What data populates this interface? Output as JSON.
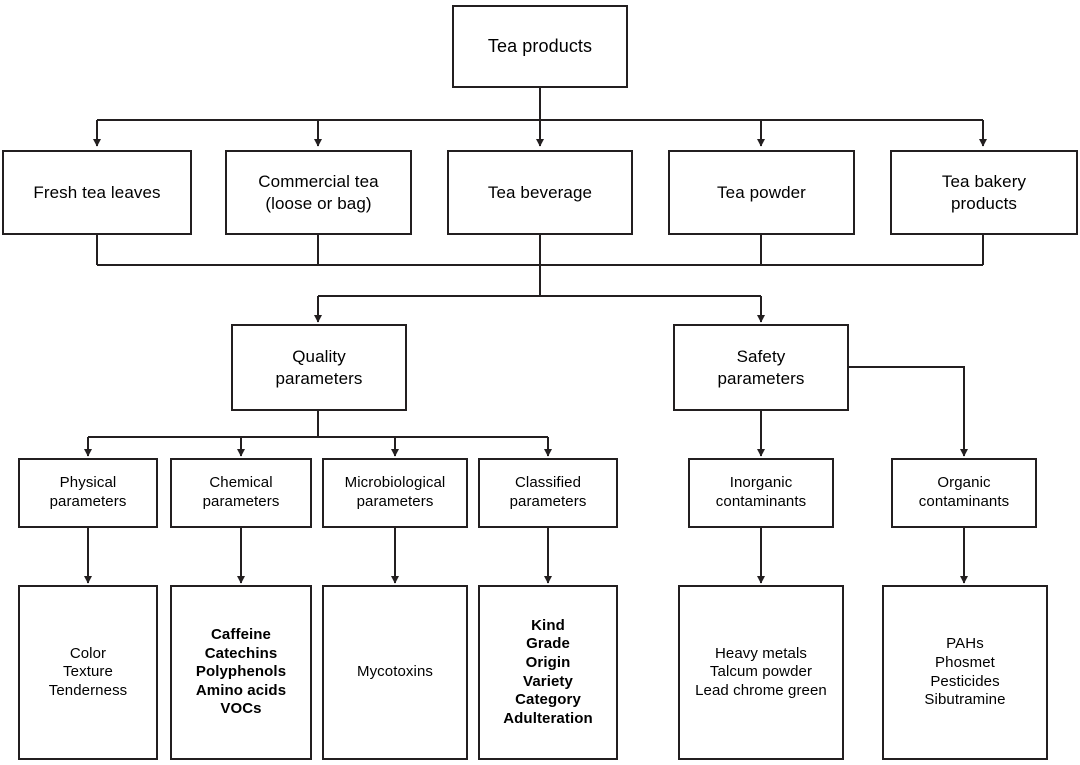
{
  "diagram": {
    "type": "flowchart",
    "orientation": "top-down",
    "title_node": "Tea products",
    "colors": {
      "background": "#ffffff",
      "stroke": "#231f20",
      "text": "#000000",
      "box_fill": "#ffffff"
    },
    "levels": [
      "product types",
      "parameter groups",
      "parameter categories",
      "parameter details"
    ]
  },
  "nodes": {
    "root": {
      "label": "Tea products"
    },
    "products": [
      {
        "id": "fresh-tea-leaves",
        "label": "Fresh tea leaves"
      },
      {
        "id": "commercial-tea",
        "label": "Commercial tea\n(loose or bag)"
      },
      {
        "id": "tea-beverage",
        "label": "Tea beverage"
      },
      {
        "id": "tea-powder",
        "label": "Tea powder"
      },
      {
        "id": "tea-bakery-products",
        "label": "Tea bakery\nproducts"
      }
    ],
    "parameter_groups": [
      {
        "id": "quality-parameters",
        "label": "Quality\nparameters"
      },
      {
        "id": "safety-parameters",
        "label": "Safety\nparameters"
      }
    ],
    "quality_categories": [
      {
        "id": "physical-parameters",
        "label": "Physical\nparameters"
      },
      {
        "id": "chemical-parameters",
        "label": "Chemical\nparameters"
      },
      {
        "id": "microbiological-parameters",
        "label": "Microbiological\nparameters"
      },
      {
        "id": "classified-parameters",
        "label": "Classified\nparameters"
      }
    ],
    "safety_categories": [
      {
        "id": "inorganic-contaminants",
        "label": "Inorganic\ncontaminants"
      },
      {
        "id": "organic-contaminants",
        "label": "Organic\ncontaminants"
      }
    ],
    "leaves": [
      {
        "id": "physical-details",
        "parent": "physical-parameters",
        "items": [
          "Color",
          "Texture",
          "Tenderness"
        ],
        "label": "Color\nTexture\nTenderness"
      },
      {
        "id": "chemical-details",
        "parent": "chemical-parameters",
        "items": [
          "Caffeine",
          "Catechins",
          "Polyphenols",
          "Amino acids",
          "VOCs"
        ],
        "label": "Caffeine\nCatechins\nPolyphenols\nAmino acids\nVOCs"
      },
      {
        "id": "microbiological-details",
        "parent": "microbiological-parameters",
        "items": [
          "Mycotoxins"
        ],
        "label": "Mycotoxins"
      },
      {
        "id": "classified-details",
        "parent": "classified-parameters",
        "items": [
          "Kind",
          "Grade",
          "Origin",
          "Variety",
          "Category",
          "Adulteration"
        ],
        "label": "Kind\nGrade\nOrigin\nVariety\nCategory\nAdulteration"
      },
      {
        "id": "inorganic-details",
        "parent": "inorganic-contaminants",
        "items": [
          "Heavy metals",
          "Talcum powder",
          "Lead chrome green"
        ],
        "label": "Heavy metals\nTalcum powder\nLead chrome green"
      },
      {
        "id": "organic-details",
        "parent": "organic-contaminants",
        "items": [
          "PAHs",
          "Phosmet",
          "Pesticides",
          "Sibutramine"
        ],
        "label": "PAHs\nPhosmet\nPesticides\nSibutramine"
      }
    ]
  },
  "edges": [
    {
      "from": "root",
      "to": "fresh-tea-leaves"
    },
    {
      "from": "root",
      "to": "commercial-tea"
    },
    {
      "from": "root",
      "to": "tea-beverage"
    },
    {
      "from": "root",
      "to": "tea-powder"
    },
    {
      "from": "root",
      "to": "tea-bakery-products"
    },
    {
      "from": "products-bus",
      "to": "quality-parameters"
    },
    {
      "from": "products-bus",
      "to": "safety-parameters"
    },
    {
      "from": "quality-parameters",
      "to": "physical-parameters"
    },
    {
      "from": "quality-parameters",
      "to": "chemical-parameters"
    },
    {
      "from": "quality-parameters",
      "to": "microbiological-parameters"
    },
    {
      "from": "quality-parameters",
      "to": "classified-parameters"
    },
    {
      "from": "safety-parameters",
      "to": "inorganic-contaminants"
    },
    {
      "from": "safety-parameters",
      "to": "organic-contaminants"
    },
    {
      "from": "physical-parameters",
      "to": "physical-details"
    },
    {
      "from": "chemical-parameters",
      "to": "chemical-details"
    },
    {
      "from": "microbiological-parameters",
      "to": "microbiological-details"
    },
    {
      "from": "classified-parameters",
      "to": "classified-details"
    },
    {
      "from": "inorganic-contaminants",
      "to": "inorganic-details"
    },
    {
      "from": "organic-contaminants",
      "to": "organic-details"
    }
  ]
}
